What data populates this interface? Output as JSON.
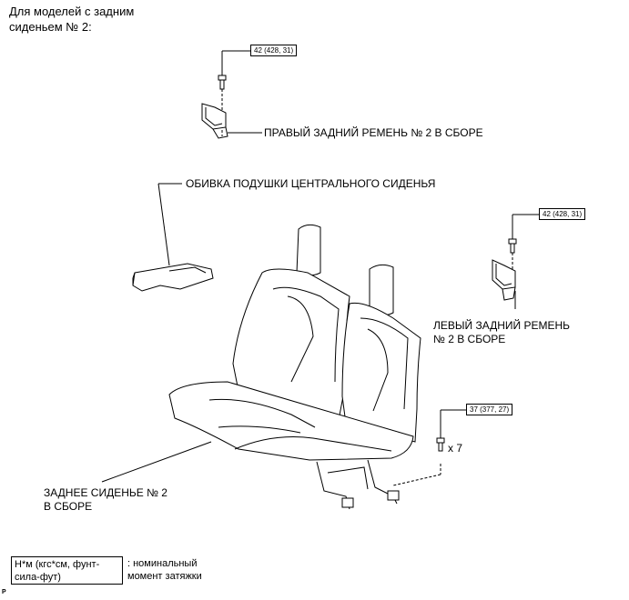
{
  "heading": {
    "line1": "Для моделей с задним",
    "line2": "сиденьем № 2:"
  },
  "torque_labels": {
    "top": "42 (428, 31)",
    "right": "42 (428, 31)",
    "bottom": "37 (377, 27)"
  },
  "quantity_label": "x 7",
  "part_labels": {
    "right_belt": "ПРАВЫЙ ЗАДНИЙ РЕМЕНЬ № 2 В СБОРЕ",
    "cushion_cover": "ОБИВКА ПОДУШКИ ЦЕНТРАЛЬНОГО СИДЕНЬЯ",
    "left_belt_line1": "ЛЕВЫЙ ЗАДНИЙ РЕМЕНЬ",
    "left_belt_line2": "№ 2 В СБОРЕ",
    "seat_line1": "ЗАДНЕЕ СИДЕНЬЕ № 2",
    "seat_line2": "В СБОРЕ"
  },
  "legend": {
    "box_line1": "Н*м (кгс*см, фунт-",
    "box_line2": "сила-фут)",
    "text_line1": ": номинальный",
    "text_line2": "момент затяжки"
  },
  "corner_mark": "P"
}
